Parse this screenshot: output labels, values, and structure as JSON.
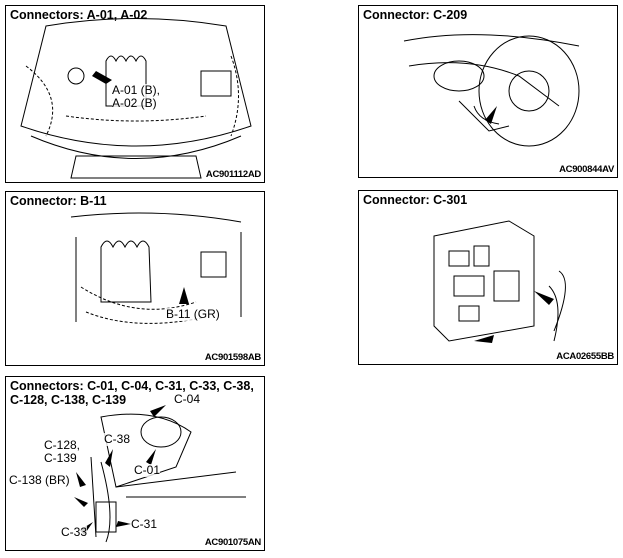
{
  "panels": [
    {
      "title": "Connectors: A-01, A-02",
      "labels": [
        "A-01 (B),",
        "A-02 (B)"
      ],
      "code": "AC901112AD"
    },
    {
      "title": "Connector: C-209",
      "labels": [],
      "code": "AC900844AV"
    },
    {
      "title": "Connector: B-11",
      "labels": [
        "B-11 (GR)"
      ],
      "code": "AC901598AB"
    },
    {
      "title": "Connector: C-301",
      "labels": [],
      "code": "ACA02655BB"
    },
    {
      "title_line1": "Connectors: C-01, C-04, C-31, C-33, C-38,",
      "title_line2": "C-128, C-138, C-139",
      "labels": [
        "C-04",
        "C-38",
        "C-128,",
        "C-139",
        "C-01",
        "C-138 (BR)",
        "C-33",
        "C-31"
      ],
      "code": "AC901075AN"
    }
  ]
}
